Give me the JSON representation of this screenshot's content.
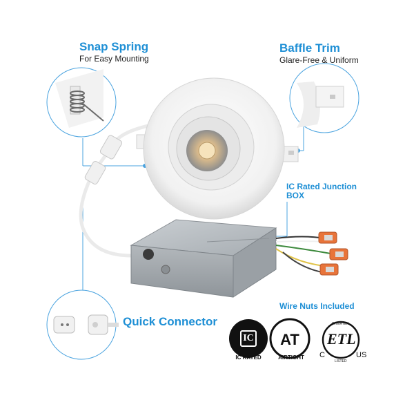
{
  "features": {
    "snap_spring": {
      "title": "Snap Spring",
      "subtitle": "For Easy Mounting"
    },
    "baffle_trim": {
      "title": "Baffle Trim",
      "subtitle": "Glare-Free & Uniform"
    },
    "junction_box": {
      "title_line1": "IC Rated Junction",
      "title_line2": "BOX"
    },
    "quick_connector": {
      "title": "Quick Connector"
    },
    "wire_nuts": {
      "title": "Wire Nuts Included"
    }
  },
  "certifications": {
    "ic_rated": {
      "mark": "IC",
      "label": "IC RATED"
    },
    "airtight": {
      "mark": "AT",
      "label": "AIRTIGHT"
    },
    "etl": {
      "mark": "ETL",
      "top_text": "INTERTEK",
      "bottom_text": "LISTED",
      "left": "C",
      "right": "US"
    }
  },
  "colors": {
    "accent": "#1e8fd5",
    "callout_line": "#4aa3df",
    "product_white": "#f4f4f4",
    "box_gray": "#a9aeb3",
    "wire_nut_orange": "#e8743a"
  },
  "icons": [
    "circle-callout-zoom",
    "led-bulb",
    "wire-nut"
  ]
}
